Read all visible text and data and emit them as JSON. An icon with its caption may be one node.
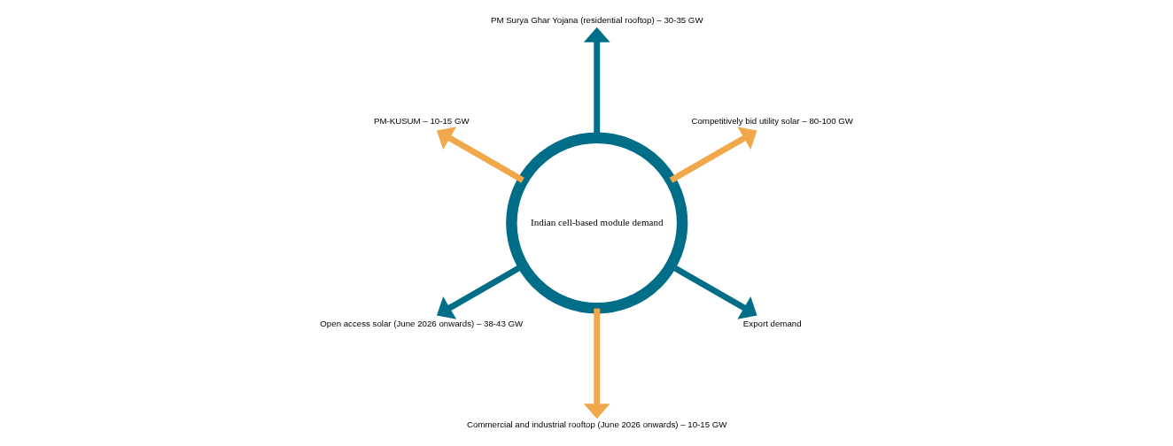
{
  "diagram": {
    "nodes": [
      {
        "text": [
          "Competitively bid utility solar – 80-100 GW"
        ]
      },
      {
        "text": [
          "PM Surya Ghar Yojana (residential rooftop) – 30-35 GW"
        ]
      },
      {
        "text": [
          "PM-KUSUM – 10-15 GW"
        ]
      },
      {
        "text": [
          "Indian cell-based module demand"
        ]
      },
      {
        "text": [
          "Open access solar (June 2026 onwards) – 38-43 GW"
        ]
      },
      {
        "text": [
          "Commercial and industrial rooftop (June 2026 onwards) – 10-15 GW"
        ]
      },
      {
        "text": [
          "Export demand"
        ]
      }
    ],
    "edges": [
      {
        "from": 3,
        "to": 0,
        "arrow": "to",
        "color": "#f0a84a"
      },
      {
        "from": 3,
        "to": 1,
        "arrow": "to",
        "color": "#006e89"
      },
      {
        "from": 3,
        "to": 4,
        "arrow": "to",
        "color": "#006e89"
      },
      {
        "from": 3,
        "to": 6,
        "arrow": "to",
        "color": "#006e89"
      },
      {
        "from": 3,
        "to": 5,
        "arrow": "to",
        "color": "#f0a84a"
      },
      {
        "from": 3,
        "to": 2,
        "arrow": "to",
        "color": "#f0a84a"
      }
    ]
  }
}
